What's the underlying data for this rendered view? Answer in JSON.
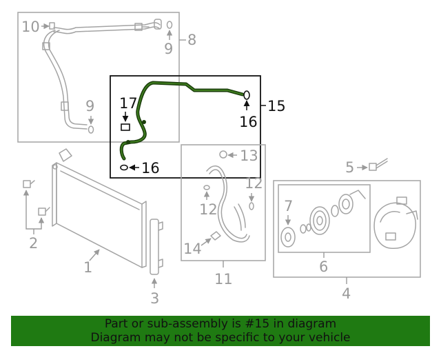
{
  "callouts": {
    "c1": "1",
    "c2": "2",
    "c3": "3",
    "c4": "4",
    "c5": "5",
    "c6": "6",
    "c7": "7",
    "c8": "8",
    "c9a": "9",
    "c9b": "9",
    "c10": "10",
    "c11": "11",
    "c12a": "12",
    "c12b": "12",
    "c13": "13",
    "c14": "14",
    "c15": "15",
    "c16a": "16",
    "c16b": "16",
    "c17": "17"
  },
  "highlight": {
    "part_number": "15",
    "color": "#1f4d0f"
  },
  "banner": {
    "line1": "Part or sub-assembly is #15 in diagram",
    "line2": "Diagram may not be specific to your vehicle",
    "background": "#1f7a12"
  }
}
